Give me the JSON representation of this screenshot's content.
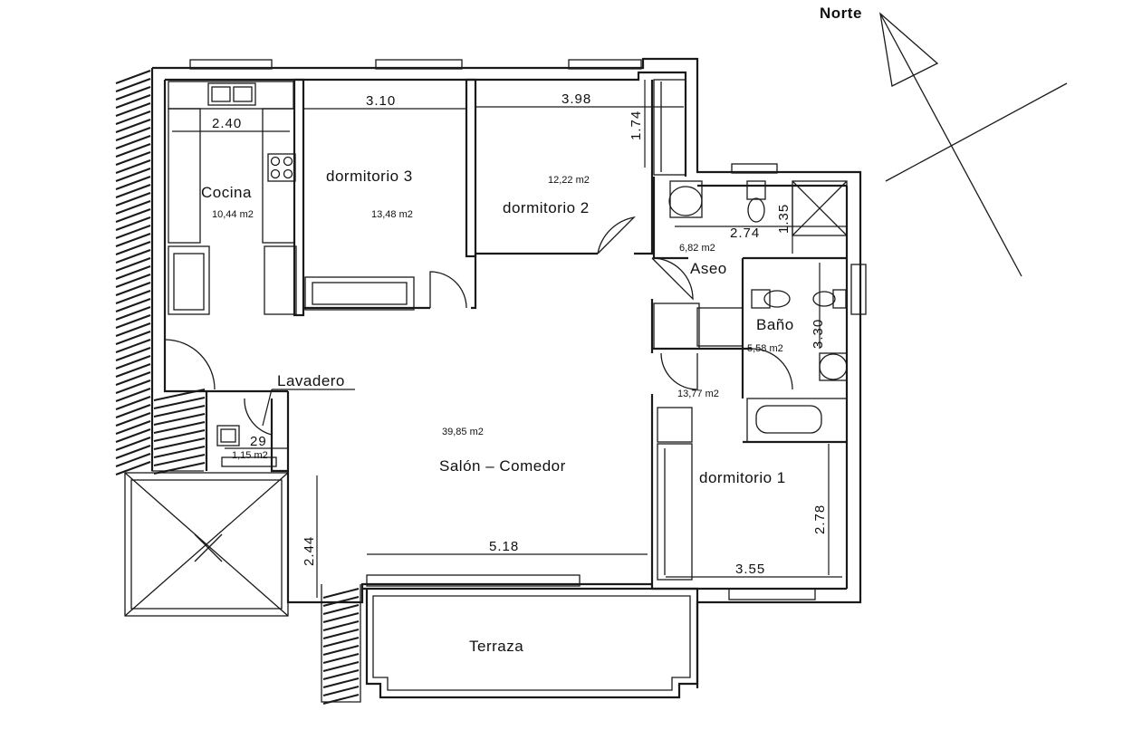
{
  "north_label": "Norte",
  "rooms": {
    "cocina": {
      "name": "Cocina",
      "area": "10,44 m2"
    },
    "dormitorio3": {
      "name": "dormitorio 3",
      "area": "13,48 m2"
    },
    "dormitorio2": {
      "name": "dormitorio 2",
      "area": "12,22 m2"
    },
    "aseo": {
      "name": "Aseo",
      "area": "6,82 m2"
    },
    "bano": {
      "name": "Baño",
      "area": "5,58 m2"
    },
    "lavadero": {
      "name": "Lavadero",
      "area": "1,15 m2"
    },
    "salon": {
      "name": "Salón – Comedor",
      "area": "39,85 m2"
    },
    "dormitorio1": {
      "name": "dormitorio 1",
      "area": "13,77 m2"
    },
    "terraza": {
      "name": "Terraza"
    }
  },
  "dimensions": {
    "cocina_width": "2.40",
    "dorm3_width": "3.10",
    "dorm2_width": "3.98",
    "dorm2_closet": "1.74",
    "aseo_width": "2.74",
    "aseo_height": "1.35",
    "bano_height": "3.30",
    "lavadero_small": "29",
    "salon_height": "2.44",
    "salon_width": "5.18",
    "dorm1_height": "2.78",
    "dorm1_width": "3.55"
  }
}
